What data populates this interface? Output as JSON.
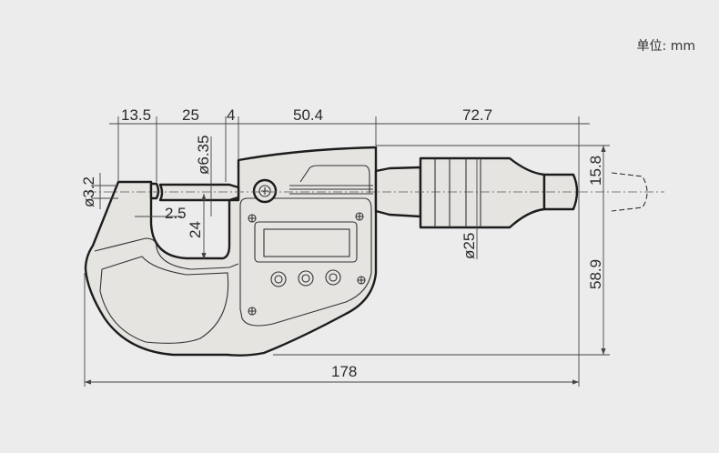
{
  "unit_label": "单位: mm",
  "dimensions": {
    "anvil_length": "13.5",
    "measuring_range": "25",
    "spindle_gap": "4",
    "body_length": "50.4",
    "thimble_length": "72.7",
    "anvil_diameter": "ø3.2",
    "spindle_diameter": "ø6.35",
    "spindle_step": "2.5",
    "throat_depth": "24",
    "thimble_diameter": "ø25",
    "upper_height": "15.8",
    "lower_height": "58.9",
    "overall_length": "178"
  }
}
